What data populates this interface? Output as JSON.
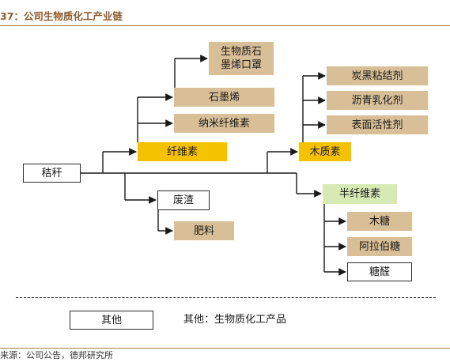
{
  "header": {
    "title": "37：公司生物质化工产业链"
  },
  "source": "来源：公司公告，德邦研究所",
  "diagram": {
    "root": "秸秆",
    "cellulose": "纤维素",
    "cellulose_children": {
      "mask": "生物质石\n墨烯口罩",
      "graphene": "石墨烯",
      "nanofiber": "纳米纤维素"
    },
    "residue": "废渣",
    "fertilizer": "肥料",
    "lignin": "木质素",
    "lignin_children": {
      "binder": "炭黑粘结剂",
      "asphalt": "沥青乳化剂",
      "surfactant": "表面活性剂"
    },
    "hemicellulose": "半纤维素",
    "hemi_children": {
      "xylose": "木糖",
      "arabinose": "阿拉伯糖",
      "furfural": "糖醛"
    }
  },
  "legend": {
    "box_label": "其他",
    "text": "其他：生物质化工产品"
  },
  "colors": {
    "tan": "#d8bf98",
    "yellow": "#f5c200",
    "green": "#d7e9b5",
    "line": "#1a1a1a",
    "accent": "#a97c50"
  }
}
